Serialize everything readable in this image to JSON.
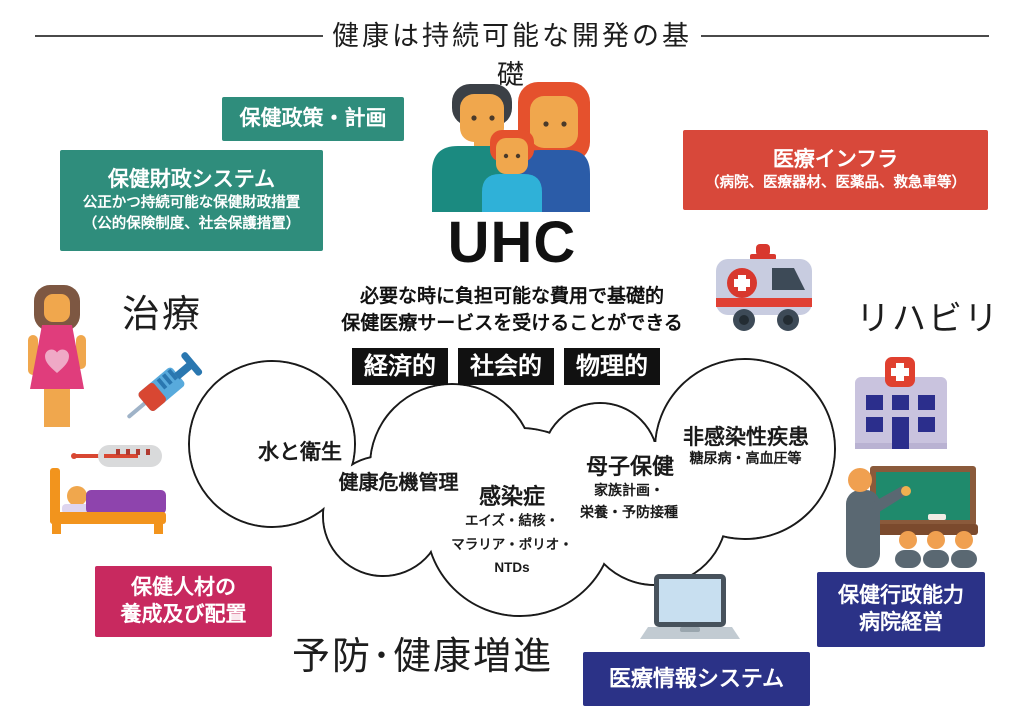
{
  "header": {
    "title": "健康は持続可能な開発の基礎"
  },
  "uhc": {
    "acronym": "UHC",
    "description_line1": "必要な時に負担可能な費用で基礎的",
    "description_line2": "保健医療サービスを受けることができる",
    "access_tags": [
      "経済的",
      "社会的",
      "物理的"
    ]
  },
  "stages": {
    "treatment": "治療",
    "rehabilitation": "リハビリ",
    "prevention": "予防･健康増進"
  },
  "system_boxes": {
    "policy": {
      "title": "保健政策・計画"
    },
    "finance": {
      "title": "保健財政システム",
      "sub_line1": "公正かつ持続可能な保健財政措置",
      "sub_line2": "（公的保険制度、社会保護措置）"
    },
    "infrastructure": {
      "title": "医療インフラ",
      "sub": "（病院、医療器材、医薬品、救急車等）"
    },
    "human_resources": {
      "line1": "保健人材の",
      "line2": "養成及び配置"
    },
    "information_system": {
      "title": "医療情報システム"
    },
    "administration": {
      "line1": "保健行政能力",
      "line2": "病院経営"
    }
  },
  "cloud": {
    "items": [
      {
        "title": "水と衛生"
      },
      {
        "title": "健康危機管理"
      },
      {
        "title": "感染症",
        "subs": [
          "エイズ・結核・",
          "マラリア・ポリオ・",
          "NTDs"
        ]
      },
      {
        "title": "母子保健",
        "subs": [
          "家族計画・",
          "栄養・予防接種"
        ]
      },
      {
        "title": "非感染性疾患",
        "subs": [
          "糖尿病・高血圧等"
        ]
      }
    ]
  },
  "icons": {
    "family": "family-icon",
    "pregnant_woman": "pregnant-woman-icon",
    "syringe": "syringe-icon",
    "thermometer": "thermometer-icon",
    "patient_bed": "patient-bed-icon",
    "ambulance": "ambulance-icon",
    "hospital": "hospital-icon",
    "classroom": "classroom-training-icon",
    "laptop": "laptop-icon"
  },
  "colors": {
    "teal": "#2f8d7c",
    "red": "#d8483a",
    "crimson": "#c8295f",
    "navy": "#2b3287",
    "tag_black": "#111111",
    "ink": "#1d1d1d"
  }
}
